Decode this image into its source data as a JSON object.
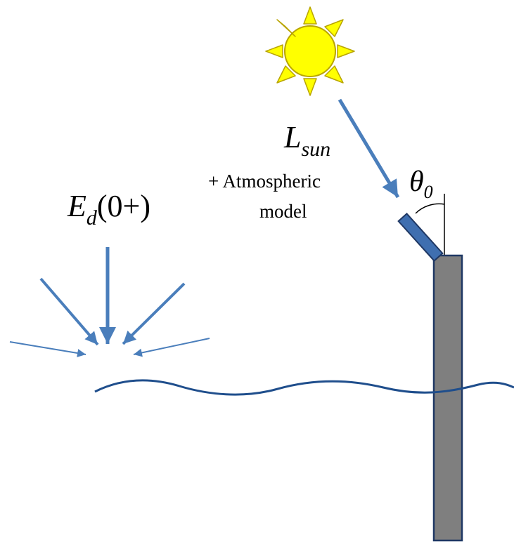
{
  "labels": {
    "ed_main": "E",
    "ed_sub": "d",
    "ed_arg": "(0+)",
    "lsun_main": "L",
    "lsun_sub": "sun",
    "atmos_line1": "+ Atmospheric",
    "atmos_line2": "model",
    "theta_main": "θ",
    "theta_sub": "0"
  },
  "colors": {
    "arrow": "#4a7ebb",
    "water": "#1f4e8c",
    "sun_fill": "#ffff00",
    "sun_stroke": "#b8a400",
    "pole_fill": "#7f7f7f",
    "pole_stroke": "#1f3864",
    "sensor_fill": "#3f6fb0",
    "angle_line": "#000000"
  },
  "icons": {
    "sun": "sun-icon",
    "sensor": "radiometer-sensor-icon",
    "pole": "mounting-pole-icon"
  }
}
